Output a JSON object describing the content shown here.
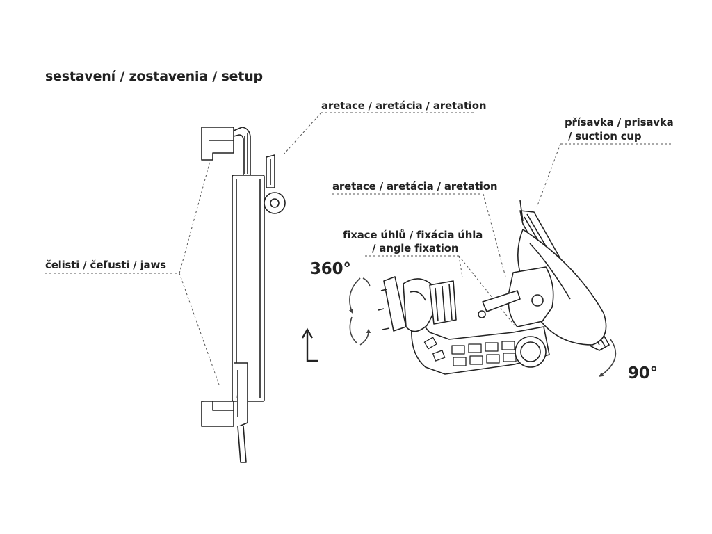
{
  "diagram": {
    "title": "sestavení / zostavenia / setup",
    "labels": {
      "aretation_top": "aretace / aretácia / aretation",
      "suction_line1": "přísavka / prisavka",
      "suction_line2": "/ suction cup",
      "aretation_mid": "aretace / aretácia / aretation",
      "angle_line1": "fixace úhlů / fixácia úhla",
      "angle_line2": "/ angle fixation",
      "jaws": "čelisti / čeľusti / jaws",
      "rotation_360": "360°",
      "rotation_90": "90°"
    },
    "colors": {
      "ink": "#222222",
      "leader": "#555555",
      "background": "#ffffff"
    },
    "icons": [
      "rotate-360-arrows-icon",
      "l-orientation-icon",
      "rotate-90-arrow-icon"
    ]
  }
}
